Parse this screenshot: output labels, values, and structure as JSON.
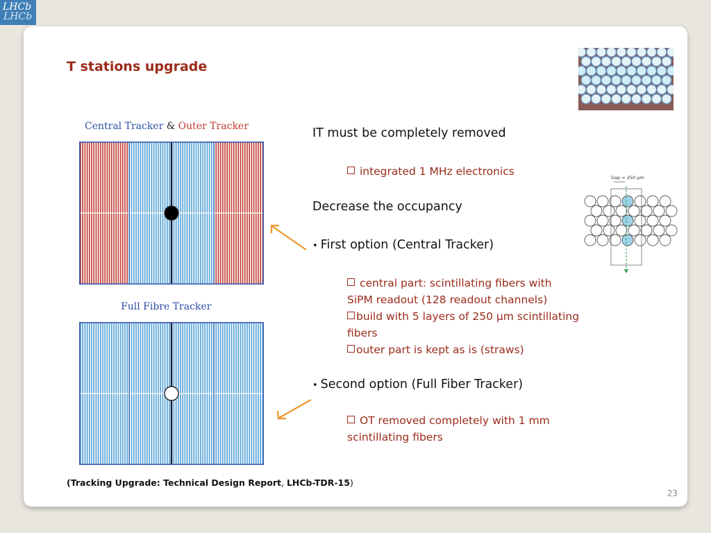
{
  "logo": {
    "line1": "LHCb",
    "line2": "LHCb"
  },
  "slide": {
    "title": "T stations upgrade",
    "page_number": "23"
  },
  "figure_top": {
    "label_central": "Central Tracker",
    "label_amp": "&",
    "label_outer": "Outer Tracker"
  },
  "figure_bottom": {
    "label": "Full Fibre Tracker"
  },
  "diagram": {
    "gap_label": "Gap = 250 μm"
  },
  "content": {
    "p1": "IT must be completely removed",
    "p1_sub": "integrated 1 MHz electronics",
    "p2": "Decrease the occupancy",
    "bullet_dot": "•",
    "b1": "First option (Central Tracker)",
    "b1_sub1_line1": "central part: scintillating fibers with",
    "b1_sub1_line2": "SiPM readout (128 readout channels)",
    "b1_sub2_line1": "build with 5 layers of 250 μm scintillating",
    "b1_sub2_line2": "fibers",
    "b1_sub3": "outer part is kept as is (straws)",
    "b2": "Second option (Full Fiber Tracker)",
    "b2_sub1_line1": "OT removed completely with 1 mm",
    "b2_sub1_line2": "scintillating fibers"
  },
  "reference": {
    "open": "(",
    "title": "Tracking Upgrade: Technical Design Report",
    "comma": ", ",
    "id": "LHCb-TDR-15",
    "close": ")"
  },
  "colors": {
    "title": "#9b2b1a",
    "sub_text": "#9b2b1a",
    "fiber_blue": "#4f9fd6",
    "straw_red": "#c0352b",
    "arrow": "#f0962b"
  }
}
